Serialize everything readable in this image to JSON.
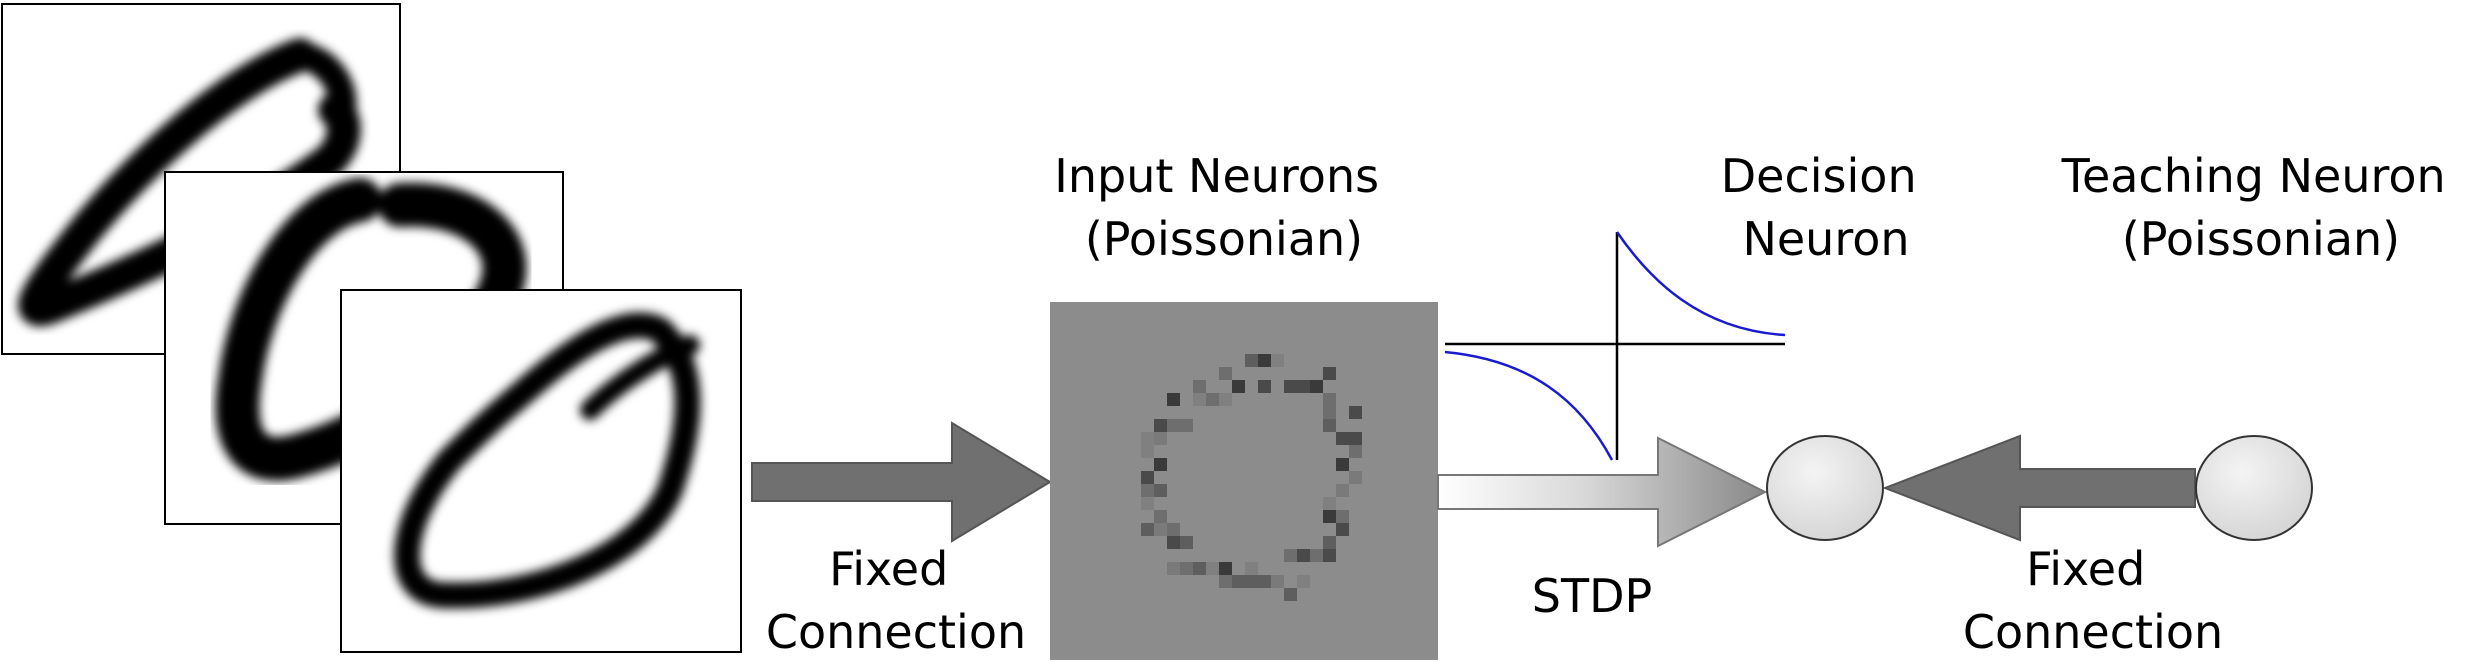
{
  "labels": {
    "input_neurons": [
      "Input Neurons",
      "(Poissonian)"
    ],
    "decision_neuron": [
      "Decision",
      "Neuron"
    ],
    "teaching_neuron": [
      "Teaching Neuron",
      "(Poissonian)"
    ],
    "fixed_connection_left": [
      "Fixed",
      "Connection"
    ],
    "stdp": "STDP",
    "fixed_connection_right": [
      "Fixed",
      "Connection"
    ]
  },
  "colors": {
    "arrow": "#707070",
    "input_grid_bg": "#8c8c8c",
    "neuron_fill": "#e6e6e6",
    "stdp_curve": "#1a1ad0"
  },
  "digit_images": [
    "handwritten-digit-0",
    "handwritten-digit-0",
    "handwritten-digit-0"
  ]
}
